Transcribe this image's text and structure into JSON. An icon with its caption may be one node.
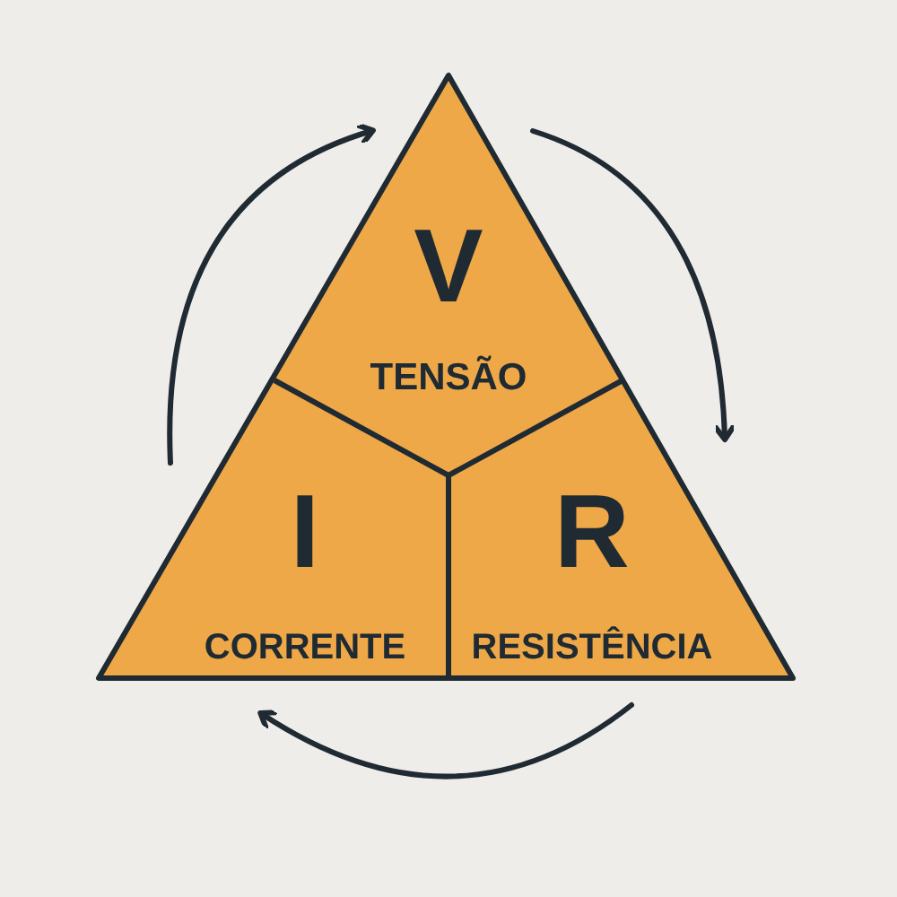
{
  "diagram": {
    "nodes": [
      {
        "text": [
          "V",
          "TENSÃO"
        ]
      },
      {
        "text": [
          "I",
          "CORRENTE"
        ]
      },
      {
        "text": [
          "R",
          "RESISTÊNCIA"
        ]
      }
    ]
  }
}
